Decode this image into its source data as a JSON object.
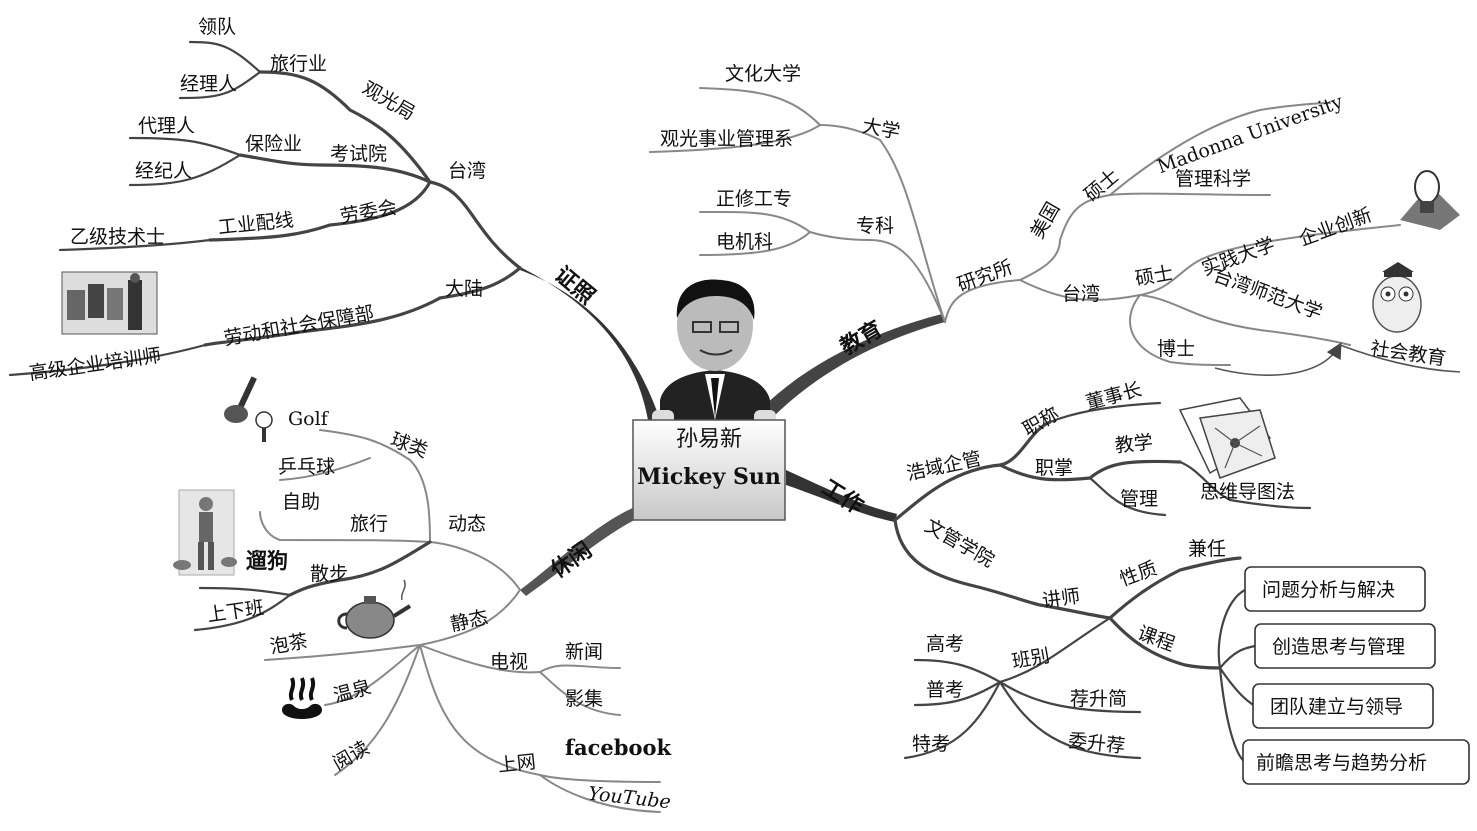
{
  "center": {
    "name_cn": "孙易新",
    "name_en": "Mickey Sun"
  },
  "branches": {
    "cert": "证照",
    "edu": "教育",
    "work": "工作",
    "leisure": "休闲"
  },
  "cert": {
    "taiwan": "台湾",
    "mainland": "大陆",
    "tourism_bureau": "观光局",
    "travel_industry": "旅行业",
    "leader": "领队",
    "manager": "经理人",
    "exam_yuan": "考试院",
    "insurance": "保险业",
    "agent": "代理人",
    "broker": "经纪人",
    "labor_council": "劳委会",
    "wiring": "工业配线",
    "tech_b": "乙级技术士",
    "ministry": "劳动和社会保障部",
    "trainer": "高级企业培训师"
  },
  "edu": {
    "university": "大学",
    "culture_univ": "文化大学",
    "tourism_dept": "观光事业管理系",
    "junior_college": "专科",
    "zhengxiu": "正修工专",
    "electrical": "电机科",
    "grad_school": "研究所",
    "usa": "美国",
    "master_us": "硕士",
    "madonna": "Madonna University",
    "mgmt_science": "管理科学",
    "taiwan": "台湾",
    "master_tw": "硕士",
    "shijian": "实践大学",
    "innovation": "企业创新",
    "ntnu": "台湾师范大学",
    "social_edu": "社会教育",
    "phd": "博士"
  },
  "work": {
    "haoyu": "浩域企管",
    "title": "职称",
    "chairman": "董事长",
    "duties": "职掌",
    "teaching": "教学",
    "management": "管理",
    "mindmap": "思维导图法",
    "wenguan": "文管学院",
    "lecturer": "讲师",
    "nature": "性质",
    "part_time": "兼任",
    "courses_label": "课程",
    "courses": [
      "问题分析与解决",
      "创造思考与管理",
      "团队建立与领导",
      "前瞻思考与趋势分析"
    ],
    "class": "班别",
    "gaokao": "高考",
    "pukao": "普考",
    "tekao": "特考",
    "jianshengjian": "荐升简",
    "weishengjian": "委升荐"
  },
  "leisure": {
    "dynamic": "动态",
    "ball": "球类",
    "golf": "Golf",
    "pingpong": "乒乓球",
    "travel": "旅行",
    "self_guided": "自助",
    "walk": "散步",
    "dog": "遛狗",
    "commute": "上下班",
    "static": "静态",
    "tea": "泡茶",
    "hot_spring": "温泉",
    "reading": "阅读",
    "tv": "电视",
    "news": "新闻",
    "series": "影集",
    "internet": "上网",
    "facebook": "facebook",
    "youtube": "YouTube"
  },
  "colors": {
    "stroke_dark": "#333333",
    "stroke_light": "#888888",
    "box_top": "#ffffff",
    "box_bottom": "#c8c8c8"
  }
}
